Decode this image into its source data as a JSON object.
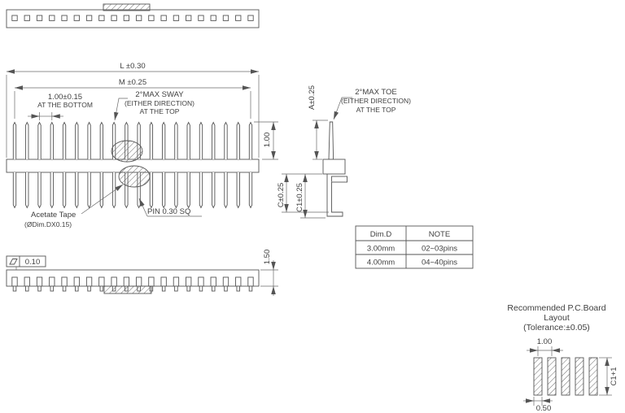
{
  "colors": {
    "ink": "#555555"
  },
  "drawing": {
    "pin_count": 20,
    "front_view": {
      "dim_overall": "L  ±0.30",
      "dim_row": "M  ±0.25",
      "pitch": "1.00±0.15",
      "pitch_note": "AT THE BOTTOM",
      "sway_1": "2°MAX  SWAY",
      "sway_2": "(EITHER DIRECTION)",
      "sway_3": "AT THE TOP",
      "dim_pin_top": "1.00",
      "tape_1": "Acetate  Tape",
      "tape_2": "(ØDim.DX0.15)",
      "pin_spec": "PIN  0.30  SQ",
      "dim_c": "C±0.25",
      "dim_c1": "C1±0.25",
      "dim_base": "1.50",
      "flatness": "0.10"
    },
    "side_view": {
      "dim_a": "A±0.25",
      "toe_1": "2°MAX  TOE",
      "toe_2": "(EITHER DIRECTION)",
      "toe_3": "AT THE TOP"
    },
    "spec_table": {
      "headers": [
        "Dim.D",
        "NOTE"
      ],
      "rows": [
        [
          "3.00mm",
          "02~03pins"
        ],
        [
          "4.00mm",
          "04~40pins"
        ]
      ]
    },
    "pcb_layout": {
      "pad_count": 5,
      "title_1": "Recommended  P.C.Board",
      "title_2": "Layout",
      "title_3": "(Tolerance:±0.05)",
      "dim_pitch": "1.00",
      "dim_pad_w": "0.50",
      "dim_pad_h": "C1+1"
    }
  }
}
